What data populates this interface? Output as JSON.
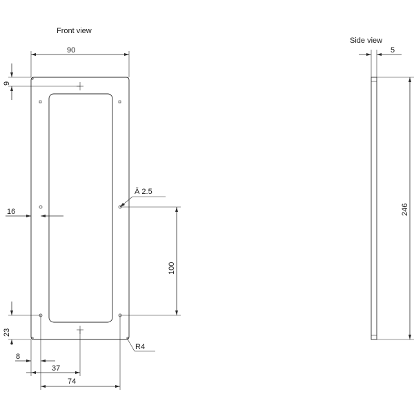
{
  "front_view": {
    "title": "Front view",
    "dim_width": "90",
    "dim_top_offset": "9",
    "dim_side_hole_offset": "16",
    "dim_hole_spacing": "100",
    "dim_bottom_hole": "23",
    "dim_bottom_edge": "8",
    "dim_center": "37",
    "dim_hole_span": "74",
    "hole_diameter": "Ä  2.5",
    "corner_radius": "R4"
  },
  "side_view": {
    "title": "Side view",
    "dim_thickness": "5",
    "dim_height": "246"
  }
}
